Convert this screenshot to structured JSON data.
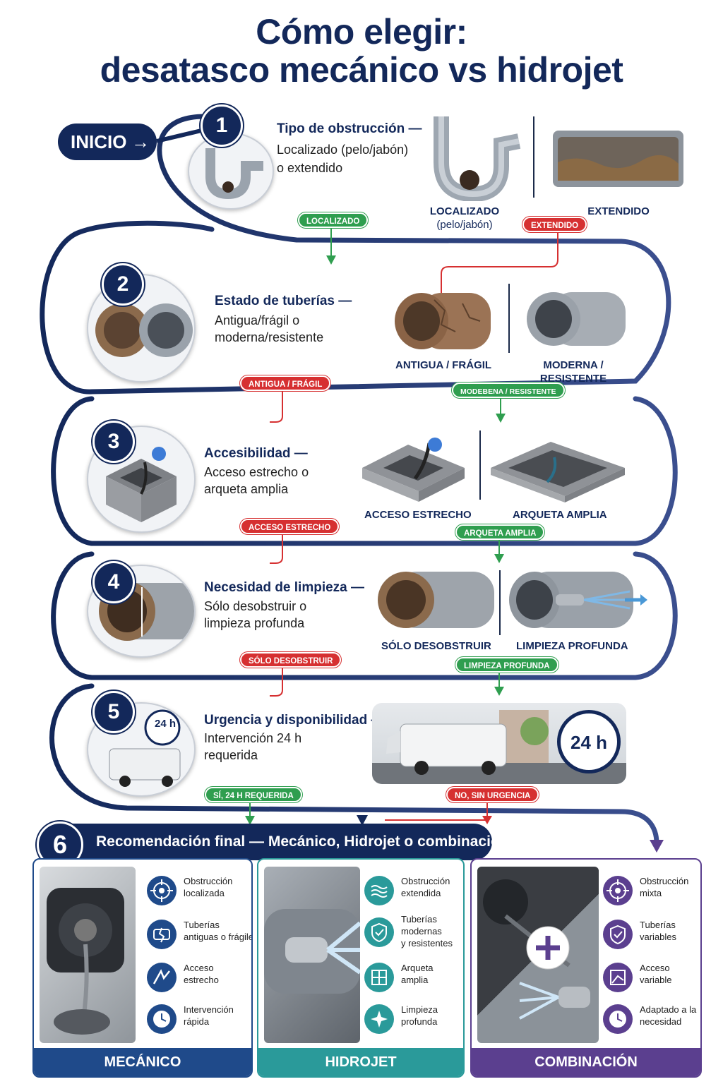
{
  "title": {
    "line1": "Cómo elegir:",
    "line2": "desatasco mecánico vs hidrojet"
  },
  "start": {
    "label": "INICIO",
    "arrow": "→"
  },
  "steps": [
    {
      "num": "1",
      "title": "Tipo de obstrucción —",
      "desc": [
        "Localizado (pelo/jabón)",
        "o extendido"
      ],
      "options": [
        {
          "label": [
            "LOCALIZADO",
            "(pelo/jabón)"
          ]
        },
        {
          "label": [
            "EXTENDIDO"
          ]
        }
      ]
    },
    {
      "num": "2",
      "title": "Estado de tuberías —",
      "desc": [
        "Antigua/frágil o",
        "moderna/resistente"
      ],
      "options": [
        {
          "label": [
            "ANTIGUA / FRÁGIL"
          ]
        },
        {
          "label": [
            "MODERNA /",
            "RESISTENTE"
          ]
        }
      ]
    },
    {
      "num": "3",
      "title": "Accesibilidad —",
      "desc": [
        "Acceso estrecho o",
        "arqueta amplia"
      ],
      "options": [
        {
          "label": [
            "ACCESO ESTRECHO"
          ]
        },
        {
          "label": [
            "ARQUETA AMPLIA"
          ]
        }
      ]
    },
    {
      "num": "4",
      "title": "Necesidad de limpieza —",
      "desc": [
        "Sólo desobstruir o",
        "limpieza profunda"
      ],
      "options": [
        {
          "label": [
            "SÓLO DESOBSTRUIR"
          ]
        },
        {
          "label": [
            "LIMPIEZA PROFUNDA"
          ]
        }
      ]
    },
    {
      "num": "5",
      "title": "Urgencia y disponibilidad —",
      "desc": [
        "Intervención 24 h",
        "requerida"
      ],
      "badge": "24 h"
    }
  ],
  "tags": {
    "localizado": "LOCALIZADO",
    "extendido": "EXTENDIDO",
    "antigua": "ANTIGUA / FRÁGIL",
    "moderna": "MODEBENA / RESISTENTE",
    "estrecho": "ACCESO ESTRECHO",
    "amplia": "ARQUETA AMPLIA",
    "solo": "SÓLO DESOBSTRUIR",
    "profunda": "LIMPIEZA PROFUNDA",
    "si24": "SÍ, 24 H REQUERIDA",
    "nourg": "NO, SIN URGENCIA"
  },
  "final": {
    "num": "6",
    "title": "Recomendación final — Mecánico, Hidrojet o combinación",
    "cards": [
      {
        "name": "MECÁNICO",
        "color": "#1f4a8a",
        "features": [
          {
            "icon": "target-icon",
            "text": [
              "Obstrucción",
              "localizada"
            ]
          },
          {
            "icon": "pipe-fragile-icon",
            "text": [
              "Tuberías",
              "antiguas o frágiles"
            ]
          },
          {
            "icon": "narrow-access-icon",
            "text": [
              "Acceso",
              "estrecho"
            ]
          },
          {
            "icon": "clock-icon",
            "text": [
              "Intervención",
              "rápida"
            ]
          }
        ]
      },
      {
        "name": "HIDROJET",
        "color": "#2a9a9a",
        "features": [
          {
            "icon": "waves-icon",
            "text": [
              "Obstrucción",
              "extendida"
            ]
          },
          {
            "icon": "shield-icon",
            "text": [
              "Tuberías",
              "modernas",
              "y resistentes"
            ]
          },
          {
            "icon": "wide-access-icon",
            "text": [
              "Arqueta",
              "amplia"
            ]
          },
          {
            "icon": "sparkle-icon",
            "text": [
              "Limpieza",
              "profunda"
            ]
          }
        ]
      },
      {
        "name": "COMBINACIÓN",
        "color": "#5b3f8f",
        "features": [
          {
            "icon": "target-icon",
            "text": [
              "Obstrucción",
              "mixta"
            ]
          },
          {
            "icon": "shield-check-icon",
            "text": [
              "Tuberías",
              "variables"
            ]
          },
          {
            "icon": "variable-access-icon",
            "text": [
              "Acceso",
              "variable"
            ]
          },
          {
            "icon": "clock-icon",
            "text": [
              "Adaptado a la",
              "necesidad"
            ]
          }
        ]
      }
    ]
  },
  "colors": {
    "navy": "#13285a",
    "green": "#2f9e4f",
    "red": "#d63031",
    "teal": "#2a9a9a",
    "purple": "#5b3f8f"
  }
}
